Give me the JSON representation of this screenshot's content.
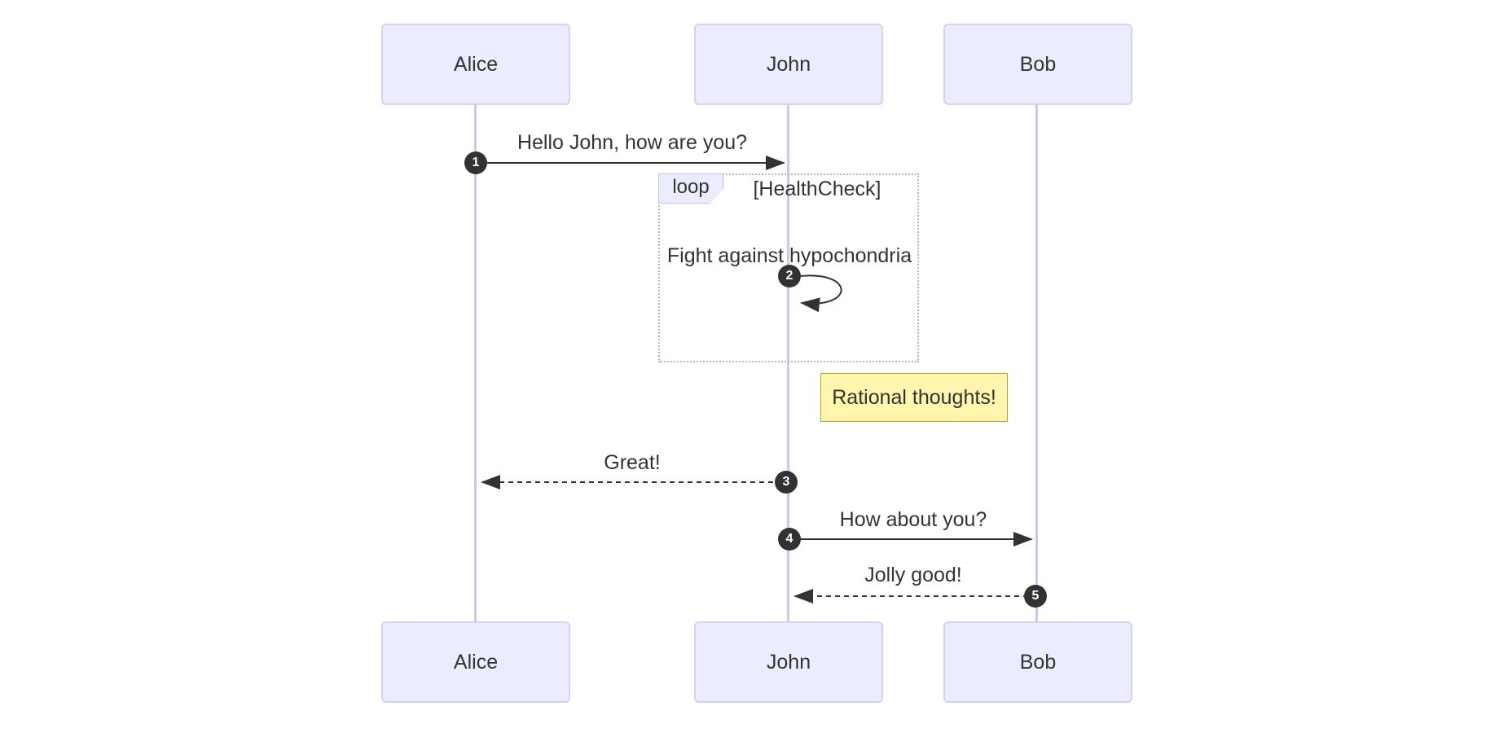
{
  "diagram": {
    "kind": "sequence-diagram",
    "actors": [
      "Alice",
      "John",
      "Bob"
    ],
    "messages": [
      {
        "seq": "1",
        "from": "Alice",
        "to": "John",
        "text": "Hello John, how are you?",
        "line": "solid"
      },
      {
        "seq": "2",
        "from": "John",
        "to": "John",
        "text": "Fight against hypochondria",
        "line": "solid-self"
      },
      {
        "seq": "3",
        "from": "John",
        "to": "Alice",
        "text": "Great!",
        "line": "dashed"
      },
      {
        "seq": "4",
        "from": "John",
        "to": "Bob",
        "text": "How about you?",
        "line": "solid"
      },
      {
        "seq": "5",
        "from": "Bob",
        "to": "John",
        "text": "Jolly good!",
        "line": "dashed"
      }
    ],
    "loop": {
      "label": "loop",
      "condition": "[HealthCheck]"
    },
    "note": {
      "text": "Rational thoughts!",
      "position": "right of John"
    },
    "colors": {
      "background": "#ffffff",
      "actor_fill": "#ececff",
      "actor_border": "#d6d0f2",
      "lifeline": "#cdc6f1",
      "loop_border": "#b7b0e6",
      "loop_label_fill": "#ececff",
      "note_fill": "#fff5ad",
      "note_border": "#aaaa33",
      "arrow": "#333333",
      "text": "#333333",
      "seq_badge_bg": "#323232",
      "seq_badge_text": "#ffffff"
    }
  }
}
